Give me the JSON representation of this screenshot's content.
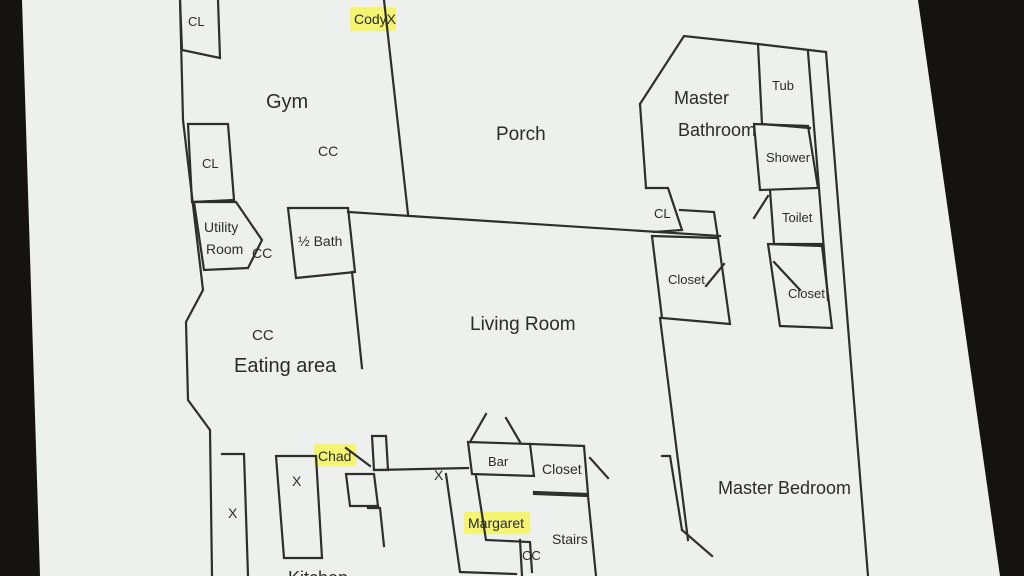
{
  "colors": {
    "screen": "#eef0ee",
    "line": "#2c2f2a",
    "highlight": "#f5f55a",
    "background": "#141311"
  },
  "rooms": {
    "cl_top": "CL",
    "codyx": "CodyX",
    "gym": "Gym",
    "cc_gym": "CC",
    "porch": "Porch",
    "cl_gym": "CL",
    "master_line1": "Master",
    "master_line2": "Bathroom",
    "tub": "Tub",
    "shower": "Shower",
    "cl_master": "CL",
    "toilet": "Toilet",
    "utility_line1": "Utility",
    "utility_line2": "Room",
    "cc_utility": "CC",
    "half_bath": "½ Bath",
    "closet_master": "Closet",
    "closet_right": "Closet",
    "living_room": "Living Room",
    "cc_eating": "CC",
    "eating_area": "Eating area",
    "chad": "Chad",
    "x_kitchen_left": "X",
    "x_kitchen_island": "X",
    "x_hall": "X",
    "bar": "Bar",
    "closet_stairs": "Closet",
    "margaret": "Margaret",
    "stairs": "Stairs",
    "cc_stairs": "CC",
    "master_bedroom": "Master Bedroom",
    "kitchen": "Kitchen"
  }
}
